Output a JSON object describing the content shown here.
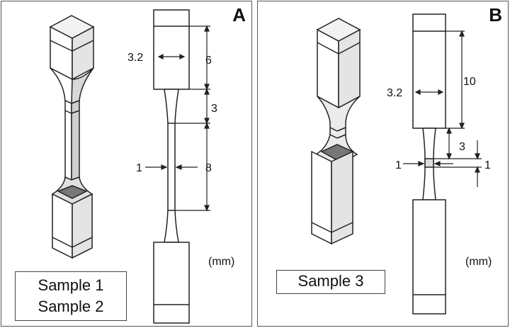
{
  "panel_a": {
    "letter": "A",
    "samples": [
      "Sample 1",
      "Sample 2"
    ],
    "dims": {
      "width": "3.2",
      "grip_length": "6",
      "fillet": "3",
      "gauge_length": "8",
      "gauge_width": "1"
    },
    "unit": "(mm)"
  },
  "panel_b": {
    "letter": "B",
    "samples": [
      "Sample 3"
    ],
    "dims": {
      "width": "3.2",
      "grip_length": "10",
      "fillet": "3",
      "gauge_length": "1",
      "gauge_width": "1"
    },
    "unit": "(mm)"
  },
  "colors": {
    "stroke": "#222222",
    "shade": "#bdbdbd",
    "light": "#e8e8e8"
  }
}
